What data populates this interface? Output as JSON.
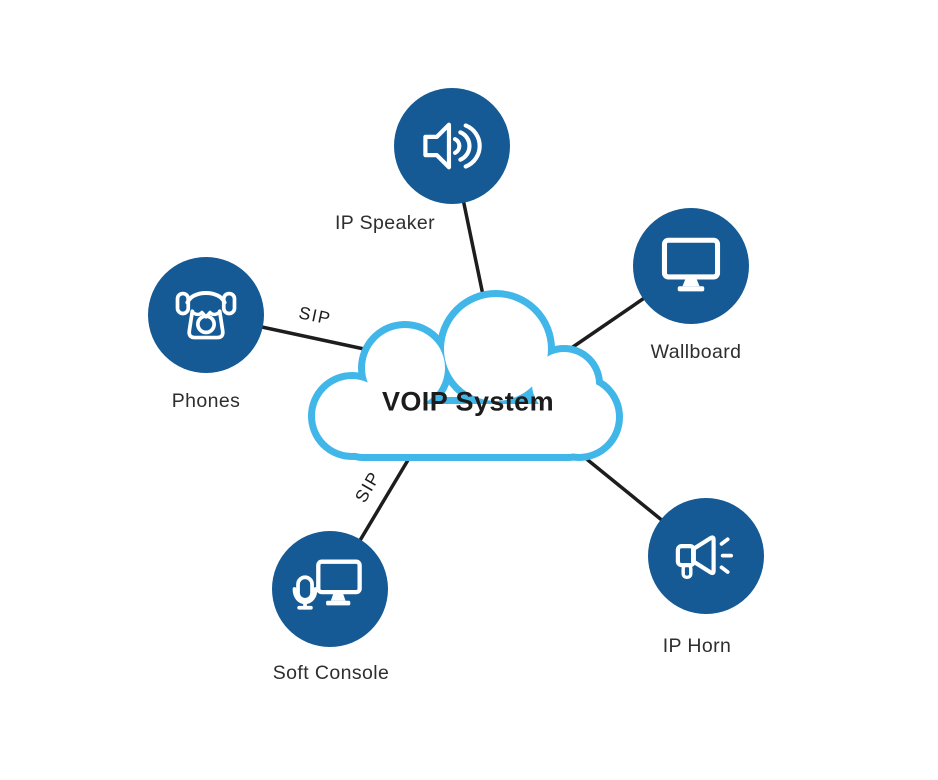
{
  "diagram": {
    "title": "VOIP System",
    "hub": {
      "shape": "cloud"
    },
    "nodes": [
      {
        "id": "ip-speaker",
        "label": "IP Speaker",
        "icon": "speaker-icon"
      },
      {
        "id": "wallboard",
        "label": "Wallboard",
        "icon": "monitor-icon"
      },
      {
        "id": "phones",
        "label": "Phones",
        "icon": "telephone-icon"
      },
      {
        "id": "soft-console",
        "label": "Soft Console",
        "icon": "mic-and-monitor-icon"
      },
      {
        "id": "ip-horn",
        "label": "IP Horn",
        "icon": "megaphone-icon"
      }
    ],
    "edges": [
      {
        "from": "ip-speaker",
        "to": "voip-system",
        "label": ""
      },
      {
        "from": "wallboard",
        "to": "voip-system",
        "label": ""
      },
      {
        "from": "phones",
        "to": "voip-system",
        "label": "SIP"
      },
      {
        "from": "soft-console",
        "to": "voip-system",
        "label": "SIP"
      },
      {
        "from": "ip-horn",
        "to": "voip-system",
        "label": ""
      }
    ],
    "colors": {
      "node_fill": "#155a94",
      "icon": "#ffffff",
      "cloud_stroke": "#41b6e9",
      "cloud_fill": "#ffffff",
      "line": "#1d1d1d",
      "label_text": "#2e2e2e",
      "title_text": "#1c1c1c"
    }
  }
}
